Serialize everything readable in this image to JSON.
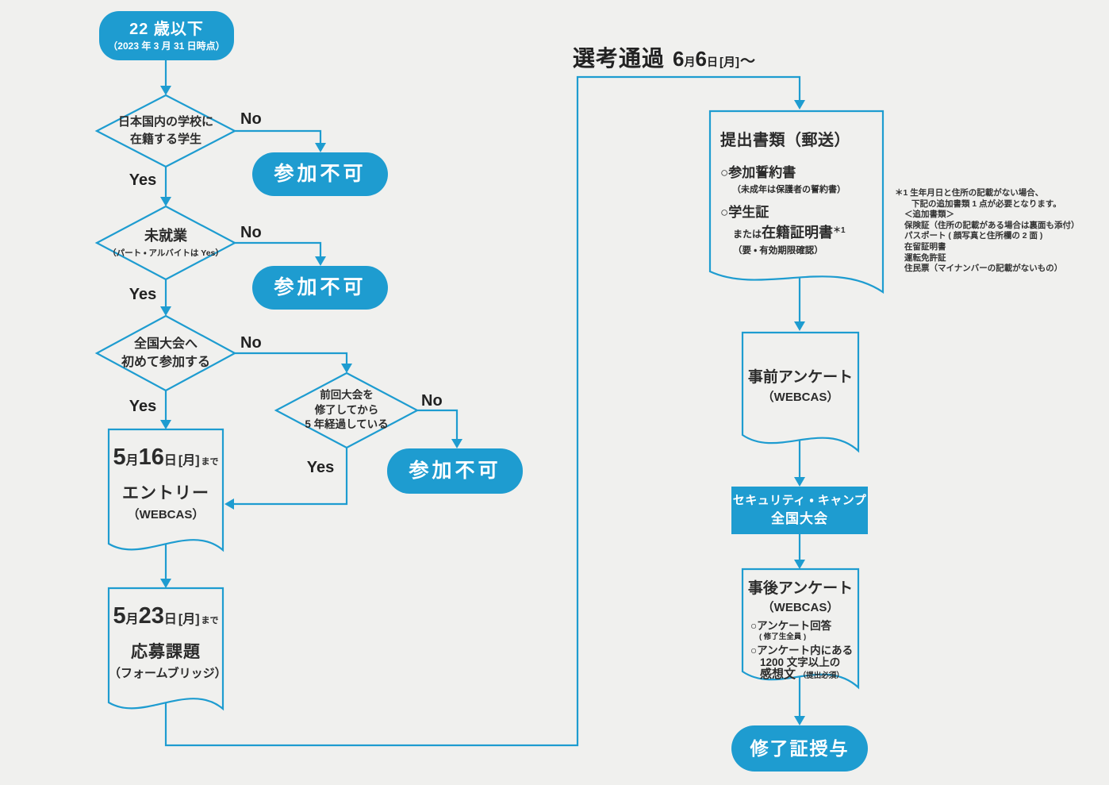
{
  "colors": {
    "background": "#f0f0ee",
    "accent": "#1e9cd0",
    "ink": "#2b2b2b"
  },
  "labels": {
    "yes": "Yes",
    "no": "No",
    "not_allowed": "参加不可"
  },
  "start": {
    "line1": "22 歳以下",
    "line2": "（2023 年 3 月 31 日時点）"
  },
  "decision_school": {
    "line1": "日本国内の学校に",
    "line2": "在籍する学生"
  },
  "decision_unemployed": {
    "title": "未就業",
    "sub": "（パート ・ アルバイトは Yes）"
  },
  "decision_first": {
    "line1": "全国大会へ",
    "line2": "初めて参加する"
  },
  "decision_five_years": {
    "line1": "前回大会を",
    "line2": "修了してから",
    "line3": "5 年経過している"
  },
  "entry_doc": {
    "date_num1": "5",
    "date_unit1": "月",
    "date_num2": "16",
    "date_unit2": "日",
    "date_bracket": "[月]",
    "date_suffix": "まで",
    "title": "エントリー",
    "sub": "（WEBCAS）"
  },
  "task_doc": {
    "date_num1": "5",
    "date_unit1": "月",
    "date_num2": "23",
    "date_unit2": "日",
    "date_bracket": "[月]",
    "date_suffix": "まで",
    "title": "応募課題",
    "sub": "（フォームブリッジ）"
  },
  "heading": {
    "main": "選考通過",
    "date_num1": "6",
    "date_unit1": "月",
    "date_num2": "6",
    "date_unit2": "日",
    "date_bracket": "[月]",
    "date_tilde": "～"
  },
  "submit_doc": {
    "title": "提出書類（郵送）",
    "item1": "○参加誓約書",
    "item1_sub": "（未成年は保護者の誓約書）",
    "item2": "○学生証",
    "item2_prefix": "または",
    "item2_main": "在籍証明書",
    "item2_ref": "＊1",
    "item2_sub": "（要 ・ 有効期限確認）"
  },
  "note": {
    "line1": "＊1 生年月日と住所の記載がない場合、",
    "line2": "下記の追加書類 1 点が必要となります。",
    "line3": "＜追加書類＞",
    "line4": "保険証（住所の記載がある場合は裏面も添付）",
    "line5": "パスポート ( 顔写真と住所欄の 2 面 )",
    "line6": "在留証明書",
    "line7": "運転免許証",
    "line8": "住民票（マイナンバーの記載がないもの）"
  },
  "pre_survey_doc": {
    "title": "事前アンケート",
    "sub": "（WEBCAS）"
  },
  "camp_box": {
    "line1": "セキュリティ ・ キャンプ",
    "line2": "全国大会"
  },
  "post_survey_doc": {
    "title": "事後アンケート",
    "sub": "（WEBCAS）",
    "item1": "○アンケート回答",
    "item1_sub": "( 修了生全員 )",
    "item2_line1": "○アンケート内にある",
    "item2_line2": "1200 文字以上の",
    "item2_line3": "感想文",
    "item2_note": "（提出必須）"
  },
  "end_box": {
    "label": "修了証授与"
  }
}
